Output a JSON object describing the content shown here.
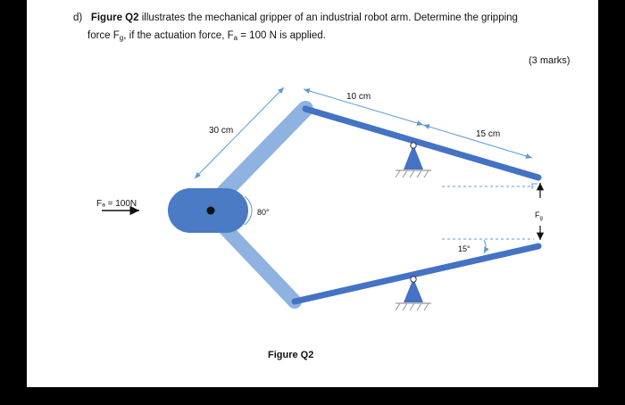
{
  "question": {
    "label": "d)",
    "figure_ref": "Figure Q2",
    "text_part1": " illustrates the mechanical gripper of an industrial robot arm. Determine the gripping",
    "line2_a": "force F",
    "line2_sub": "g",
    "line2_b": ", if the actuation force, F",
    "line2_sub2": "a",
    "line2_c": " = 100 N is applied."
  },
  "marks": "(3 marks)",
  "figure": {
    "caption": "Figure Q2",
    "dim_upper_arm": "30 cm",
    "dim_top": "10 cm",
    "dim_right": "15 cm",
    "angle_left": "80°",
    "angle_right": "15°",
    "force_in_label": "Fₐ = 100N",
    "force_out_label": "F",
    "force_out_sub": "g",
    "colors": {
      "upper_link": "#8FB3E0",
      "jaw": "#4472C4",
      "body": "#4A7BC4",
      "dim_line": "#5B9BD5",
      "support": "#4472C4"
    }
  }
}
